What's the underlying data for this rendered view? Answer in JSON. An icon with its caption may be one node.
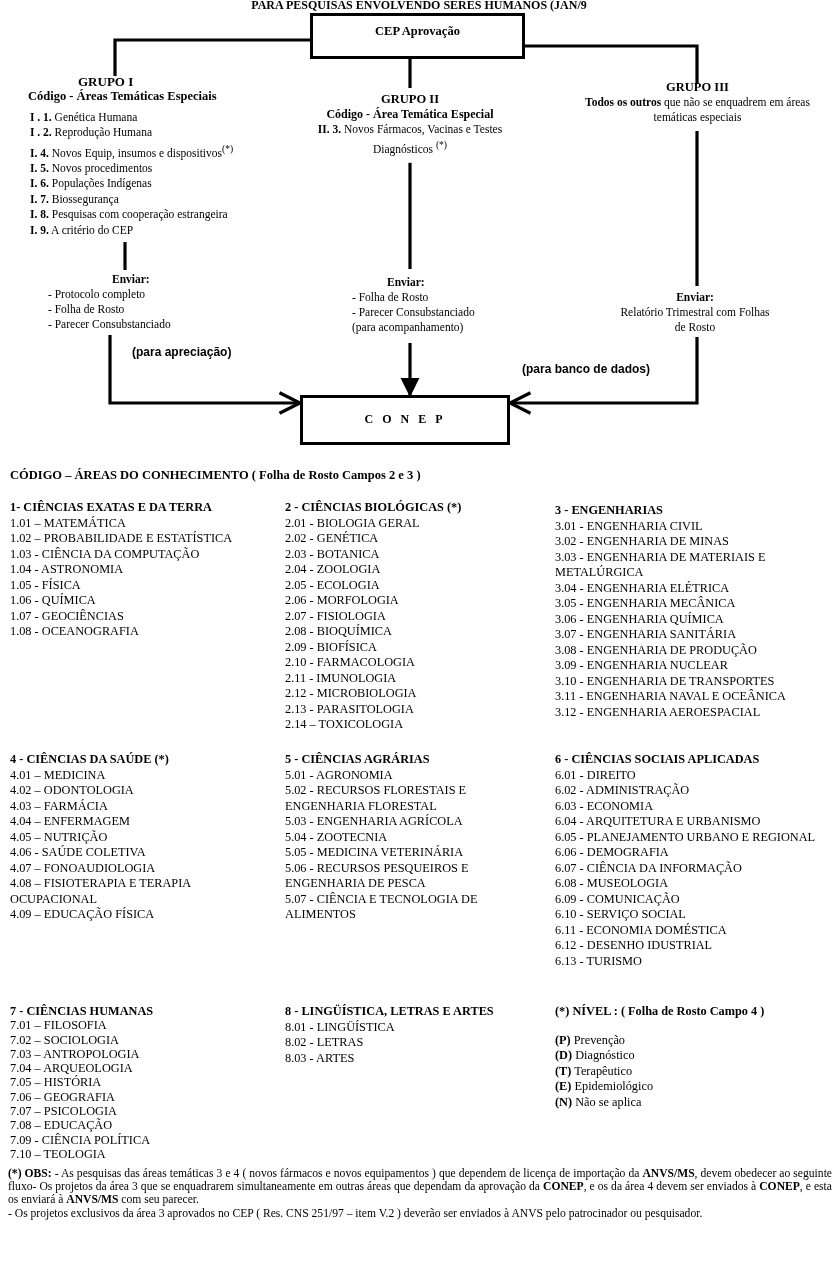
{
  "diagram": {
    "title": "PARA PESQUISAS ENVOLVENDO SERES HUMANOS (JAN/9",
    "nodes": [
      {
        "text": [
          "CEP Aprovação"
        ]
      },
      {
        "text": [
          "GRUPO I",
          "Código - Áreas Temáticas Especiais",
          "**I . 1.** Genética Humana",
          "**I . 2.** Reprodução Humana",
          "**I. 4.** Novos Equip, insumos e dispositivos$^{(*)}$",
          "**I. 5.** Novos procedimentos",
          "**I. 6.** Populações Indígenas",
          "**I. 7.** Biossegurança",
          "**I. 8.** Pesquisas com cooperação estrangeira",
          "**I. 9.** A critério do CEP"
        ]
      },
      {
        "text": [
          "Enviar:",
          "- Protocolo completo",
          "- Folha de Rosto",
          "- Parecer Consubstanciado"
        ]
      },
      {
        "text": [
          "GRUPO II",
          "Código - Área Temática Especial",
          "**II. 3.** Novos Fármacos, Vacinas e Testes Diagnósticos $^{(*)}$"
        ]
      },
      {
        "text": [
          "Enviar:",
          "- Folha de Rosto",
          "- Parecer Consubstanciado",
          "(para acompanhamento)"
        ]
      },
      {
        "text": [
          "GRUPO III",
          "**Todos os outros** que não se enquadrem em áreas temáticas especiais"
        ]
      },
      {
        "text": [
          "Enviar:",
          "Relatório Trimestral com Folhas de Rosto"
        ]
      },
      {
        "text": [
          "C O N E P"
        ]
      }
    ],
    "edges": [
      {
        "from": 0,
        "to": 1,
        "arrow": "none"
      },
      {
        "from": 0,
        "to": 3,
        "arrow": "none"
      },
      {
        "from": 0,
        "to": 5,
        "arrow": "none"
      },
      {
        "from": 1,
        "to": 2,
        "arrow": "none"
      },
      {
        "from": 3,
        "to": 4,
        "arrow": "none"
      },
      {
        "from": 5,
        "to": 6,
        "arrow": "none"
      },
      {
        "from": 2,
        "to": 7,
        "arrow": "to",
        "label": "(para apreciação)"
      },
      {
        "from": 4,
        "to": 7,
        "arrow": "to"
      },
      {
        "from": 6,
        "to": 7,
        "arrow": "to",
        "label": "(para banco de dados)"
      }
    ],
    "labels": [
      "CÓDIGO – ÁREAS DO CONHECIMENTO ( Folha de Rosto Campos 2 e 3 )",
      "1- CIÊNCIAS EXATAS E DA TERRA",
      "1.01 – MATEMÁTICA",
      "1.02 – PROBABILIDADE E ESTATÍSTICA",
      "1.03 - CIÊNCIA DA COMPUTAÇÃO",
      "1.04 - ASTRONOMIA",
      "1.05 - FÍSICA",
      "1.06 - QUÍMICA",
      "1.07 - GEOCIÊNCIAS",
      "1.08 - OCEANOGRAFIA",
      "2 - CIÊNCIAS BIOLÓGICAS (*)",
      "2.01 - BIOLOGIA GERAL",
      "2.02 - GENÉTICA",
      "2.03 - BOTANICA",
      "2.04 - ZOOLOGIA",
      "2.05 - ECOLOGIA",
      "2.06 - MORFOLOGIA",
      "2.07 - FISIOLOGIA",
      "2.08 - BIOQUÍMICA",
      "2.09 - BIOFÍSICA",
      "2.10 - FARMACOLOGIA",
      "2.11 - IMUNOLOGIA",
      "2.12 - MICROBIOLOGIA",
      "2.13 - PARASITOLOGIA",
      "2.14 – TOXICOLOGIA",
      "3 - ENGENHARIAS",
      "3.01 - ENGENHARIA CIVIL",
      "3.02 - ENGENHARIA DE MINAS",
      "3.03 - ENGENHARIA DE MATERIAIS E METALÚRGICA",
      "3.04 - ENGENHARIA ELÉTRICA",
      "3.05 - ENGENHARIA MECÂNICA",
      "3.06 - ENGENHARIA QUÍMICA",
      "3.07 - ENGENHARIA SANITÁRIA",
      "3.08 - ENGENHARIA DE PRODUÇÃO",
      "3.09 - ENGENHARIA NUCLEAR",
      "3.10 - ENGENHARIA DE TRANSPORTES",
      "3.11 - ENGENHARIA NAVAL E OCEÂNICA",
      "3.12 - ENGENHARIA AEROESPACIAL",
      "4 - CIÊNCIAS DA SAÚDE (*)",
      "4.01 – MEDICINA",
      "4.02 – ODONTOLOGIA",
      "4.03 – FARMÁCIA",
      "4.04 – ENFERMAGEM",
      "4.05 – NUTRIÇÃO",
      "4.06 - SAÚDE COLETIVA",
      "4.07 – FONOAUDIOLOGIA",
      "4.08 – FISIOTERAPIA E TERAPIA OCUPACIONAL",
      "4.09 – EDUCAÇÃO FÍSICA",
      "5 - CIÊNCIAS AGRÁRIAS",
      "5.01 - AGRONOMIA",
      "5.02 - RECURSOS FLORESTAIS E ENGENHARIA FLORESTAL",
      "5.03 - ENGENHARIA AGRÍCOLA",
      "5.04 - ZOOTECNIA",
      "5.05 - MEDICINA VETERINÁRIA",
      "5.06 - RECURSOS PESQUEIROS E ENGENHARIA DE PESCA",
      "5.07 - CIÊNCIA E TECNOLOGIA DE ALIMENTOS",
      "6 - CIÊNCIAS SOCIAIS APLICADAS",
      "6.01 - DIREITO",
      "6.02 - ADMINISTRAÇÃO",
      "6.03 - ECONOMIA",
      "6.04 - ARQUITETURA E URBANISMO",
      "6.05 - PLANEJAMENTO URBANO E REGIONAL",
      "6.06 - DEMOGRAFIA",
      "6.07 - CIÊNCIA DA INFORMAÇÃO",
      "6.08 - MUSEOLOGIA",
      "6.09 - COMUNICAÇÃO",
      "6.10 - SERVIÇO SOCIAL",
      "6.11 - ECONOMIA DOMÉSTICA",
      "6.12 - DESENHO IDUSTRIAL",
      "6.13 - TURISMO",
      "7 - CIÊNCIAS HUMANAS",
      "7.01 – FILOSOFIA",
      "7.02 – SOCIOLOGIA",
      "7.03 – ANTROPOLOGIA",
      "7.04 – ARQUEOLOGIA",
      "7.05 – HISTÓRIA",
      "7.06 – GEOGRAFIA",
      "7.07 – PSICOLOGIA",
      "7.08 – EDUCAÇÃO",
      "7.09 - CIÊNCIA POLÍTICA",
      "7.10 – TEOLOGIA",
      "8 - LINGÜÍSTICA, LETRAS E ARTES",
      "8.01 - LINGÜÍSTICA",
      "8.02 - LETRAS",
      "8.03 - ARTES",
      "(*) NÍVEL : ( Folha de Rosto Campo 4 )",
      "**(P)** Prevenção",
      "**(D)** Diagnóstico",
      "**(T)** Terapêutico",
      "**(E)** Epidemiológico",
      "**(N)** Não se aplica",
      "**(*) OBS:** - As pesquisas das áreas temáticas 3 e 4 ( novos fármacos e novos equipamentos ) que dependem de licença de importação da **ANVS/MS**, devem obedecer ao seguinte fluxo- Os projetos da área 3 que se enquadrarem simultaneamente em outras áreas que dependam da aprovação da **CONEP**, e os da área 4 devem ser enviados à **CONEP**, e esta os enviará à **ANVS/MS** com seu parecer.",
      "- Os projetos exclusivos da área 3 aprovados no CEP ( Res. CNS 251/97 – item V.2 ) deverão ser enviados à ANVS pelo patrocinador ou pesquisador."
    ]
  }
}
